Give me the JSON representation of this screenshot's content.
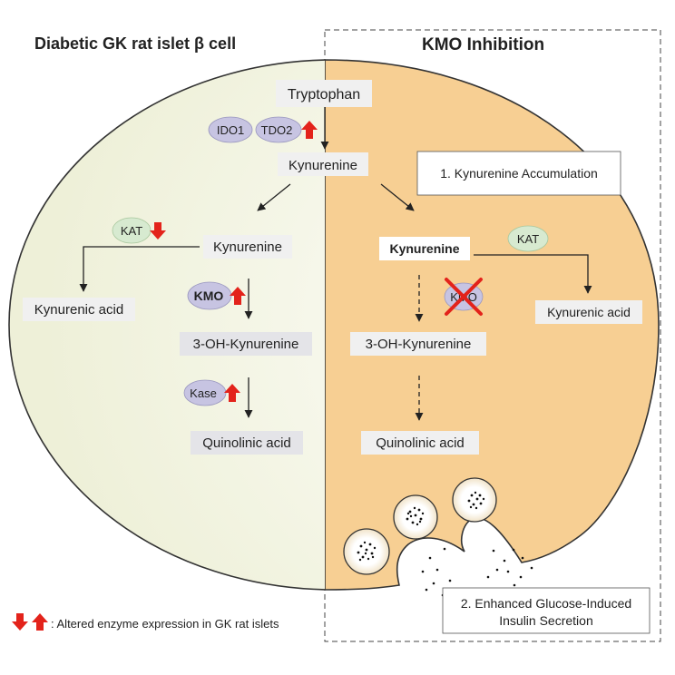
{
  "left_title": "Diabetic GK rat islet β cell",
  "right_title": "KMO Inhibition",
  "colors": {
    "left_fill": "#f5f6e6",
    "right_fill": "#f7cf93",
    "enzyme_purple": "#c7c4e2",
    "enzyme_green": "#d7ead0",
    "label_gray": "#f0f0f0",
    "label_gray_dark": "#e4e4e8",
    "arrow_red": "#e3231b"
  },
  "left": {
    "tryptophan": "Tryptophan",
    "ido1": "IDO1",
    "tdo2": "TDO2",
    "kynurenine_top": "Kynurenine",
    "kat": "KAT",
    "kynurenine": "Kynurenine",
    "kynurenic_acid": "Kynurenic acid",
    "kmo": "KMO",
    "oh_kynurenine": "3-OH-Kynurenine",
    "kase": "Kase",
    "quinolinic_acid": "Quinolinic acid"
  },
  "right": {
    "accumulation": "1. Kynurenine Accumulation",
    "kynurenine": "Kynurenine",
    "kat": "KAT",
    "kmo": "KMO",
    "kynurenic_acid": "Kynurenic acid",
    "oh_kynurenine": "3-OH-Kynurenine",
    "quinolinic_acid": "Quinolinic acid",
    "secretion_line1": "2. Enhanced Glucose-Induced",
    "secretion_line2": "Insulin Secretion"
  },
  "legend": ": Altered enzyme expression in GK rat islets"
}
